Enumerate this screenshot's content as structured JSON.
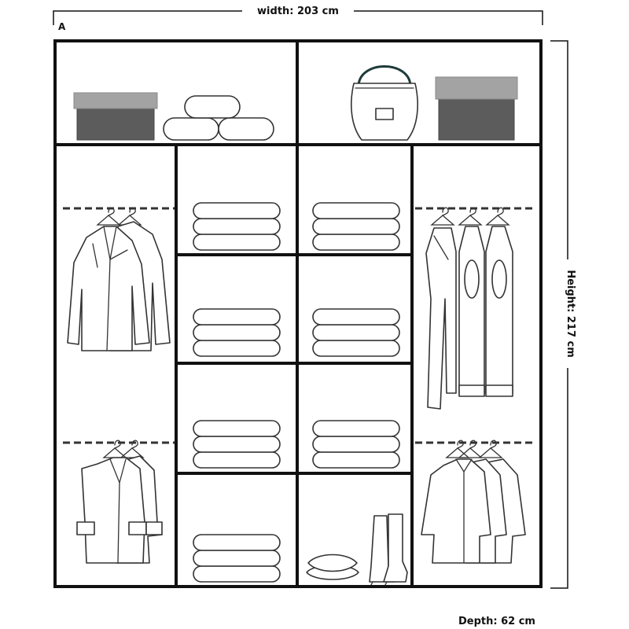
{
  "dimensions": {
    "width_label": "width: 203 cm",
    "height_label": "Height: 217 cm",
    "depth_label": "Depth: 62 cm"
  },
  "wardrobe": {
    "variant_label": "A"
  }
}
